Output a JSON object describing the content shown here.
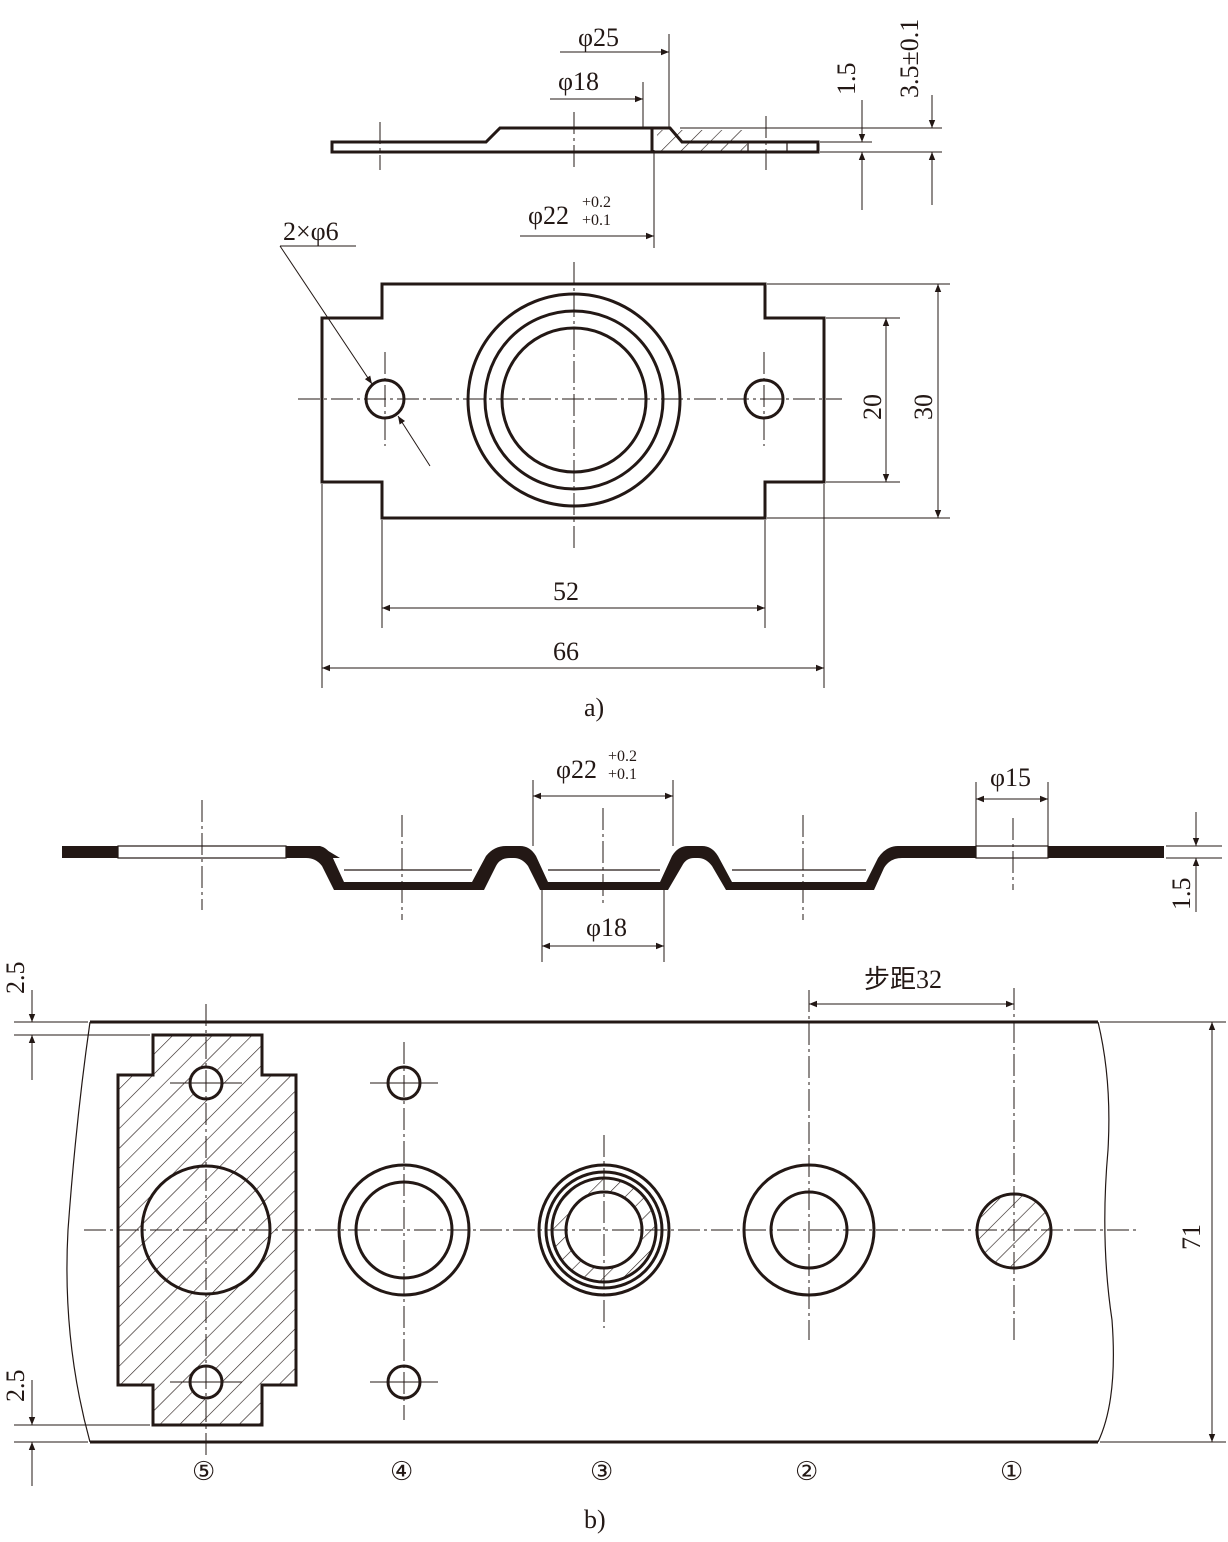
{
  "figure_a": {
    "caption": "a)",
    "dims": {
      "d25": "φ25",
      "d18": "φ18",
      "d22_main": "φ22",
      "d22_upper": "+0.2",
      "d22_lower": "+0.1",
      "t15": "1.5",
      "h35": "3.5±0.1",
      "holes": "2×φ6",
      "w52": "52",
      "w66": "66",
      "h20": "20",
      "h30": "30"
    }
  },
  "figure_b": {
    "caption": "b)",
    "dims": {
      "d22_main": "φ22",
      "d22_upper": "+0.2",
      "d22_lower": "+0.1",
      "d15": "φ15",
      "d18": "φ18",
      "t15": "1.5",
      "pitch": "步距32",
      "top25": "2.5",
      "bot25": "2.5",
      "width71": "71"
    },
    "stations": [
      "⑤",
      "④",
      "③",
      "②",
      "①"
    ]
  }
}
